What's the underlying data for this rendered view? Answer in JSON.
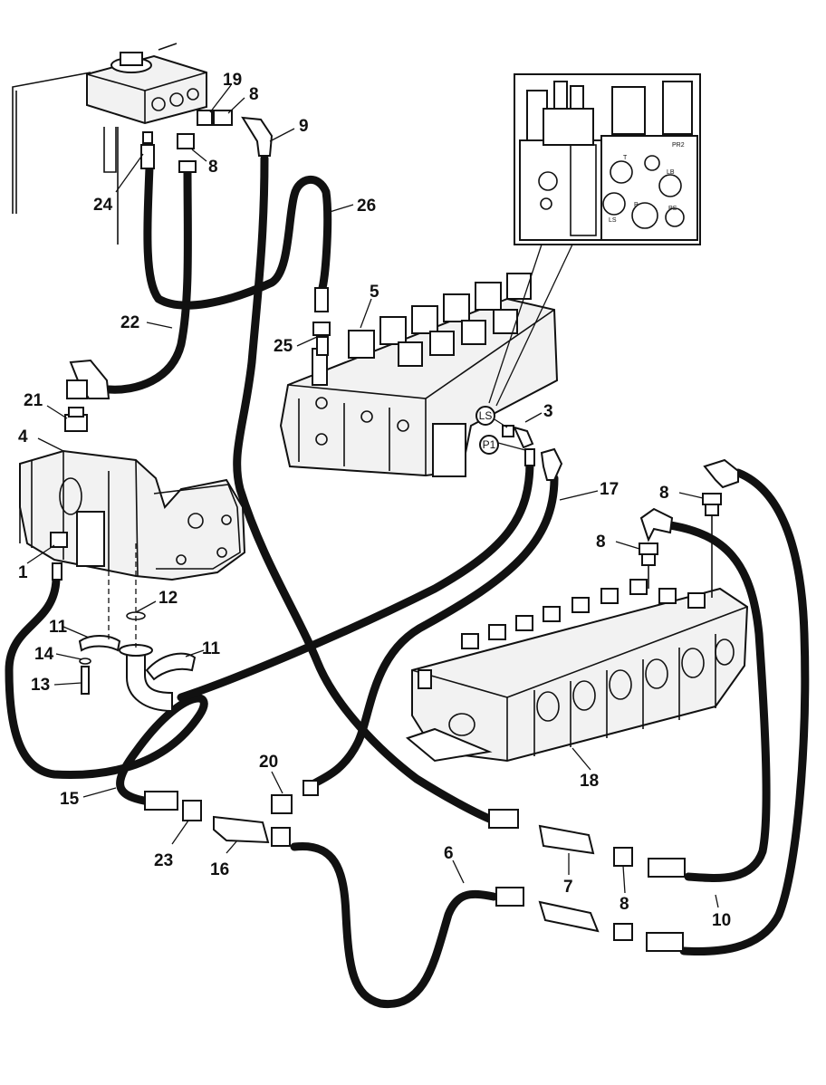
{
  "callouts": {
    "c1": "1",
    "c3": "3",
    "c4": "4",
    "c5": "5",
    "c6": "6",
    "c7": "7",
    "c8a": "8",
    "c8b": "8",
    "c8c": "8",
    "c8d": "8",
    "c8e": "8",
    "c9": "9",
    "c10": "10",
    "c11a": "11",
    "c11b": "11",
    "c12": "12",
    "c13": "13",
    "c14": "14",
    "c15": "15",
    "c16": "16",
    "c17": "17",
    "c18": "18",
    "c19": "19",
    "c20": "20",
    "c21": "21",
    "c22": "22",
    "c23": "23",
    "c24": "24",
    "c25": "25",
    "c26": "26"
  },
  "ports": {
    "ls": "LS",
    "p1": "P1"
  },
  "inset_ports": {
    "t": "T",
    "pr": "PR2",
    "ls": "LS",
    "p": "P",
    "lb": "LB",
    "ps": "PS"
  },
  "colors": {
    "line": "#111111",
    "background": "#ffffff"
  }
}
